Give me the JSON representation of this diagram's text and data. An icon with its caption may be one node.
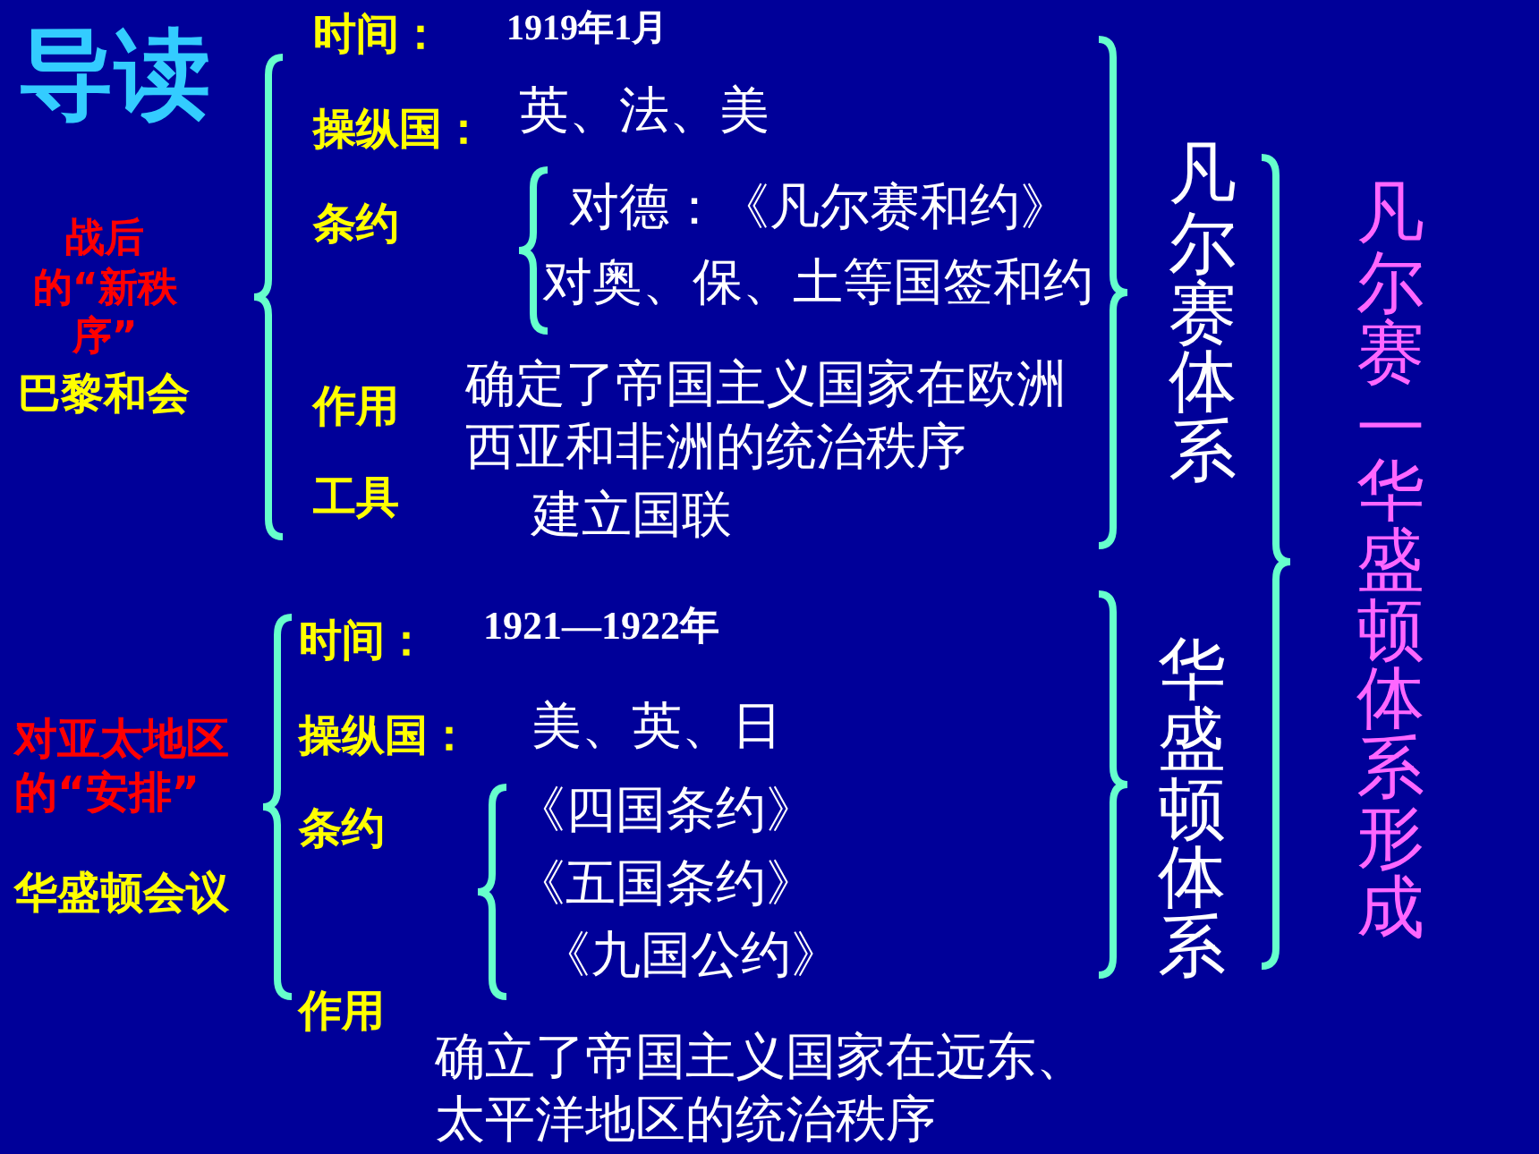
{
  "diagram": {
    "title": "导读",
    "labels": [
      "时间：",
      "1919年1月",
      "操纵国：",
      "英、法、美",
      "条约",
      "对德：《凡尔赛和约》",
      "对奥、保、土等国签和约",
      "凡尔赛体系",
      "凡尔赛—华盛顿体系形成",
      "战后的“新秩序”",
      "巴黎和会",
      "作用",
      "确定了帝国主义国家在欧洲西亚和非洲的统治秩序",
      "工具",
      "建立国联",
      "时间：",
      "1921—1922年",
      "操纵国：",
      "美、英、日",
      "对亚太地区的“安排”",
      "条约",
      "《四国条约》",
      "华盛顿体系",
      "华盛顿会议",
      "《五国条约》",
      "《九国公约》",
      "作用",
      "确立了帝国主义国家在远东、太平洋地区的统治秩序"
    ]
  }
}
